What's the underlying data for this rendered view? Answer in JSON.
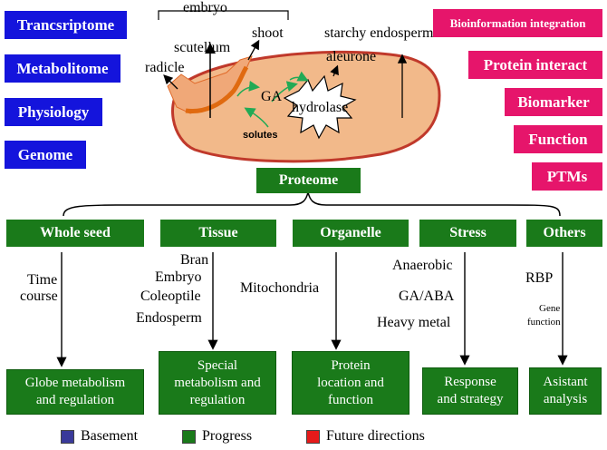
{
  "left_omics": [
    "Trancsriptome",
    "Metabolitome",
    "Physiology",
    "Genome"
  ],
  "right_future": [
    "Bioinformation integration",
    "Protein interact",
    "Biomarker",
    "Function",
    "PTMs"
  ],
  "seed": {
    "embryo": "embryo",
    "scutellum": "scutellum",
    "shoot": "shoot",
    "radicle": "radicle",
    "starchy": "starchy endosperm",
    "aleurone": "aleurone",
    "ga": "GA",
    "hydrolase": "hydrolase",
    "solutes": "solutes"
  },
  "proteome": "Proteome",
  "categories": [
    "Whole seed",
    "Tissue",
    "Organelle",
    "Stress",
    "Others"
  ],
  "items": {
    "whole_seed_1": "Time",
    "whole_seed_2": "course",
    "tissue": [
      "Bran",
      "Embryo",
      "Coleoptile",
      "Endosperm"
    ],
    "organelle": "Mitochondria",
    "stress": [
      "Anaerobic",
      "GA/ABA",
      "Heavy metal"
    ],
    "others_1": "RBP",
    "others_2": "Gene",
    "others_3": "function"
  },
  "outcomes": {
    "whole_seed": [
      "Globe metabolism",
      "and regulation"
    ],
    "tissue": [
      "Special",
      "metabolism and",
      "regulation"
    ],
    "organelle": [
      "Protein",
      "location and",
      "function"
    ],
    "stress": [
      "Response",
      "and strategy"
    ],
    "others": [
      "Asistant",
      "analysis"
    ]
  },
  "legend": [
    "Basement",
    "Progress",
    "Future directions"
  ],
  "colors": {
    "basement": "#1414dc",
    "progress": "#1a7a1a",
    "future": "#e6156b",
    "legend_basement": "#3a3a9a",
    "legend_future": "#e61a1a"
  }
}
